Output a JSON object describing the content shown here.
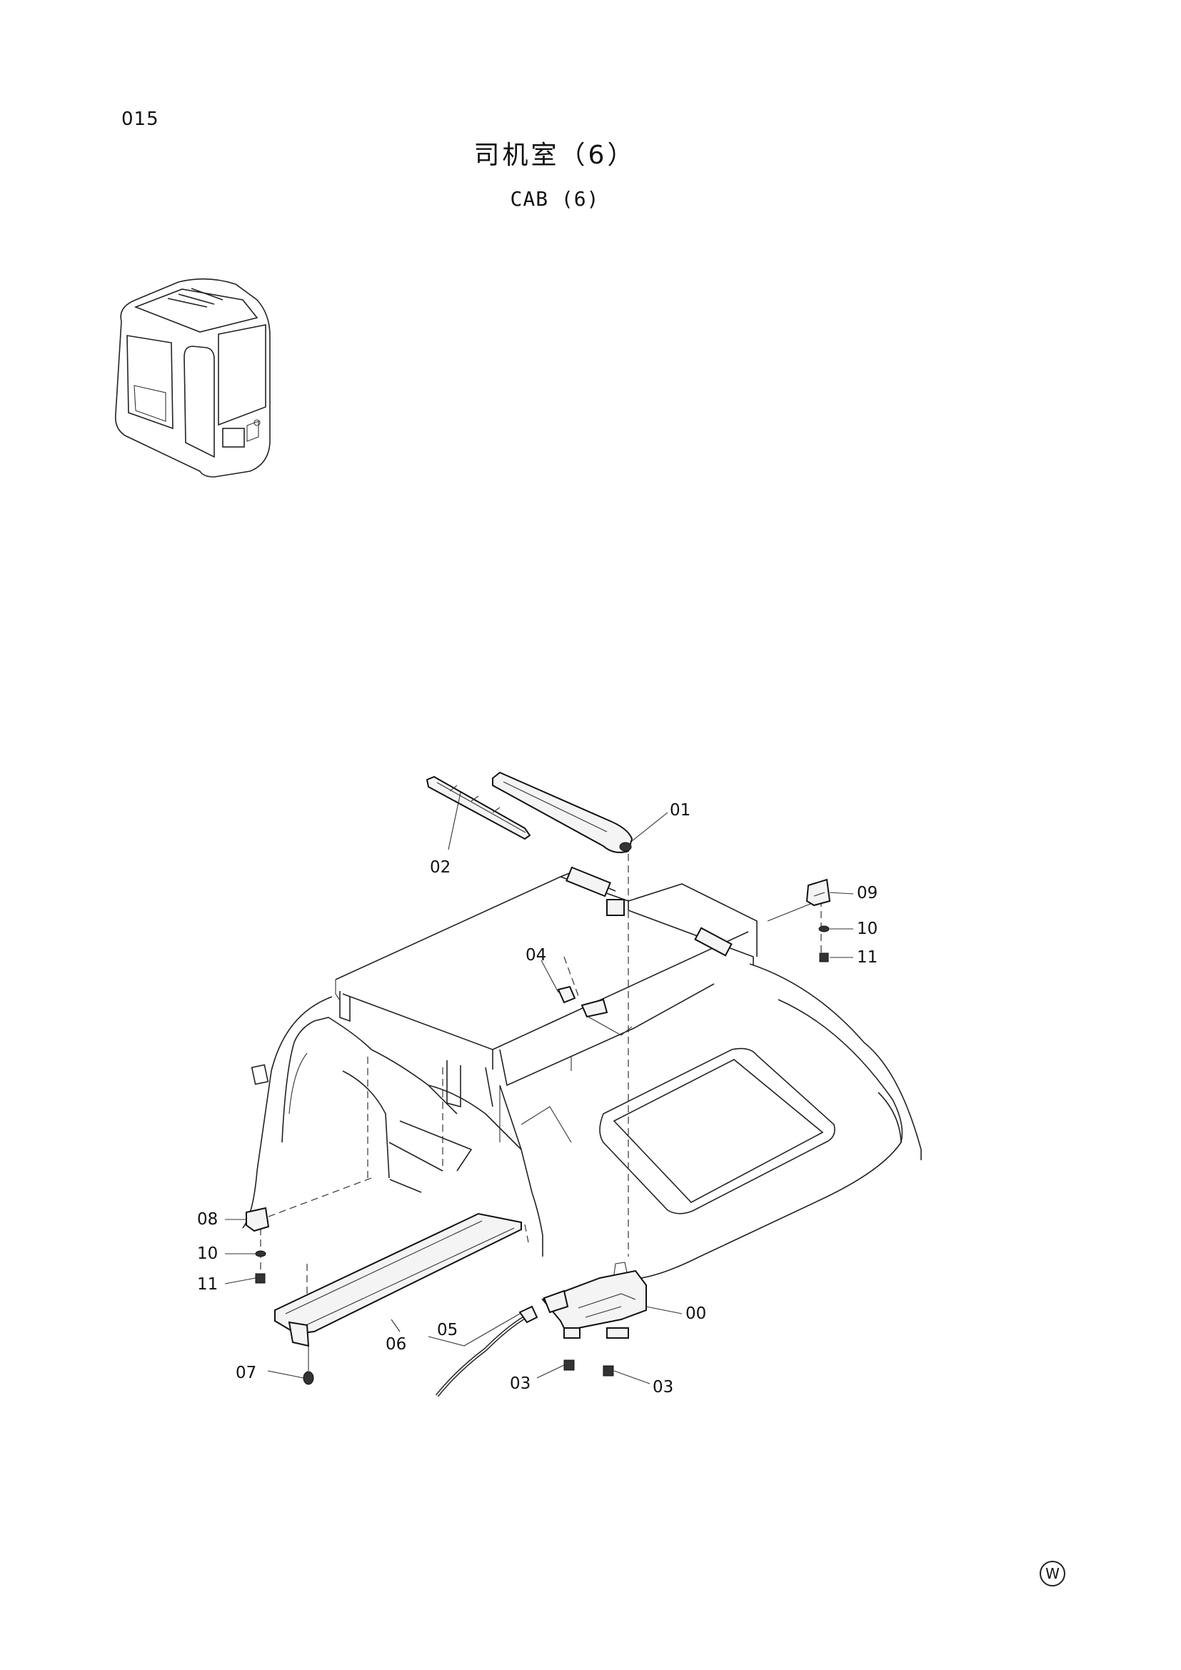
{
  "page_number": "015",
  "title_cn": "司机室（6）",
  "title_en": "CAB (6)",
  "watermark": "W",
  "callouts": [
    {
      "id": "c01",
      "text": "01"
    },
    {
      "id": "c02",
      "text": "02"
    },
    {
      "id": "c09",
      "text": "09"
    },
    {
      "id": "c10a",
      "text": "10"
    },
    {
      "id": "c11a",
      "text": "11"
    },
    {
      "id": "c04",
      "text": "04"
    },
    {
      "id": "c08",
      "text": "08"
    },
    {
      "id": "c10b",
      "text": "10"
    },
    {
      "id": "c11b",
      "text": "11"
    },
    {
      "id": "c00",
      "text": "00"
    },
    {
      "id": "c05",
      "text": "05"
    },
    {
      "id": "c06",
      "text": "06"
    },
    {
      "id": "c07",
      "text": "07"
    },
    {
      "id": "c03a",
      "text": "03"
    },
    {
      "id": "c03b",
      "text": "03"
    }
  ]
}
